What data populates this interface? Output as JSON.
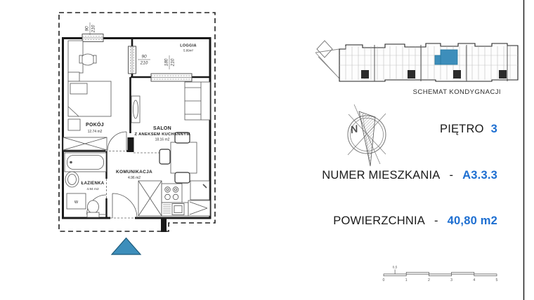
{
  "floorplan": {
    "rooms": {
      "pokoj": {
        "name": "POKÓJ",
        "area": "12.74 m2"
      },
      "salon": {
        "name": "SALON",
        "subname": "Z ANEKSEM KUCHENNYM",
        "area": "18.16 m2"
      },
      "komunikacja": {
        "name": "KOMUNIKACJA",
        "area": "4.96 m2"
      },
      "lazienka": {
        "name": "ŁAZIENKA",
        "area": "4.94 m2"
      },
      "loggia": {
        "name": "LOGGIA",
        "area": "5.89m²"
      }
    },
    "windows": {
      "w1": {
        "w": "90",
        "h": "210"
      },
      "w2": {
        "w": "90",
        "h": "210"
      },
      "w3": {
        "w": "180",
        "h": "210"
      }
    },
    "washer_label": "W",
    "compass_north": "N"
  },
  "schematic": {
    "caption": "SCHEMAT KONDYGNACJI"
  },
  "details": {
    "floor_label": "PIĘTRO",
    "floor_value": "3",
    "unit_label": "NUMER MIESZKANIA",
    "separator": "-",
    "unit_value": "A3.3.3",
    "area_label": "POWIERZCHNIA",
    "area_value": "40,80 m2"
  },
  "scalebar": {
    "ticks": [
      "0",
      "1",
      "2",
      "3",
      "4",
      "5"
    ],
    "half": "0,5"
  },
  "colors": {
    "accent": "#1e6fd1",
    "plan_blue": "#3d8ebb"
  }
}
